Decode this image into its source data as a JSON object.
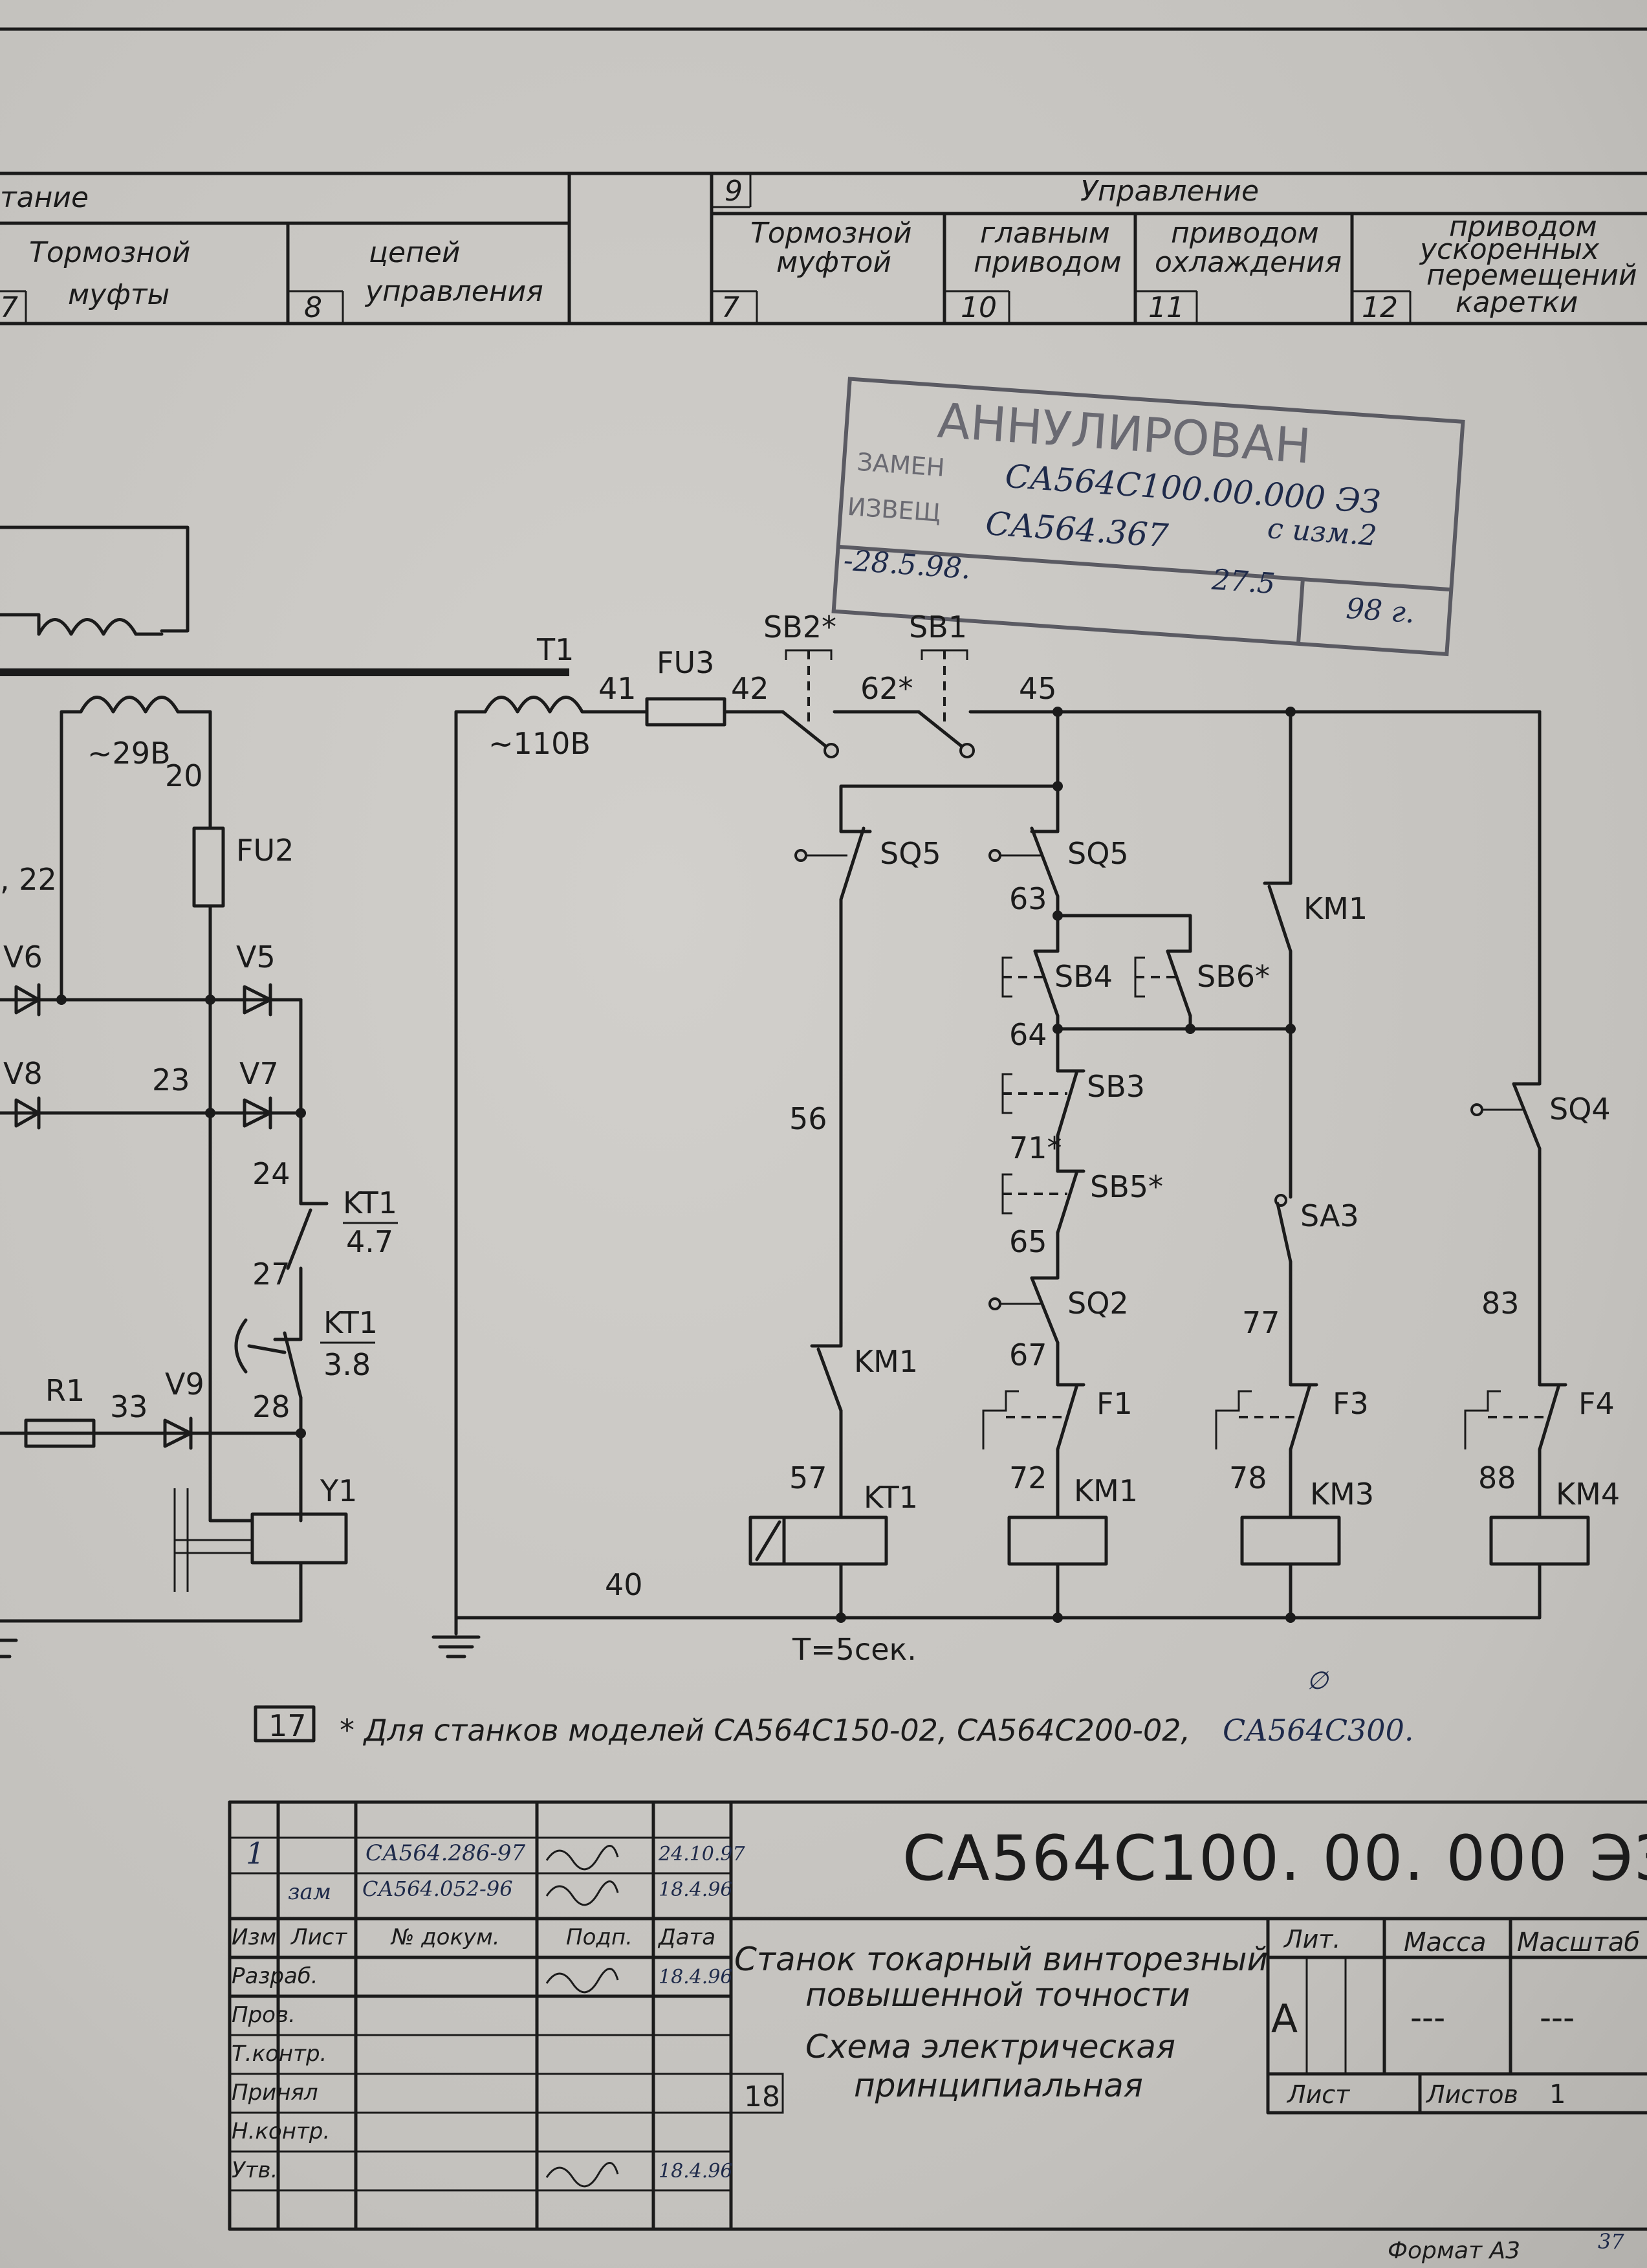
{
  "header": {
    "col_supply": "тание",
    "col9_num": "9",
    "col_control": "Управление",
    "brake_clutch_1": "Тормозной",
    "brake_clutch_2": "муфты",
    "circuits_1": "цепей",
    "circuits_2": "управления",
    "brake2_1": "Тормозной",
    "brake2_2": "муфтой",
    "main_1": "главным",
    "main_2": "приводом",
    "cool_1": "приводом",
    "cool_2": "охлаждения",
    "rapid_1": "приводом",
    "rapid_2": "ускоренных",
    "rapid_3": "перемещений",
    "rapid_4": "каретки",
    "n7a": "7",
    "n8": "8",
    "n7b": "7",
    "n10": "10",
    "n11": "11",
    "n12": "12"
  },
  "stamp": {
    "title": "АННУЛИРОВАН",
    "row1_label": "ЗАМЕН",
    "row2_label": "ИЗВЕЩ",
    "doc_number": "СА564С100.00.000 ЭЗ",
    "change_note": "с изм.2",
    "notice_number": "СА564.367",
    "signature_date": "-28.5.98.",
    "date_day": "27.5",
    "date_year": "98 г."
  },
  "labels": {
    "v29": "~29В",
    "w20": "20",
    "fu2": "FU2",
    "w22": ", 22",
    "v6": "V6",
    "v5": "V5",
    "v8": "V8",
    "v7": "V7",
    "w23": "23",
    "w24": "24",
    "kt1": "KT1",
    "t47": "4.7",
    "w27": "27",
    "t38": "3.8",
    "w28": "28",
    "r1": "R1",
    "w33": "33",
    "v9": "V9",
    "y1": "Y1",
    "t1": "T1",
    "v110": "~110В",
    "w41": "41",
    "fu3": "FU3",
    "w42": "42",
    "sb2": "SB2*",
    "w62": "62*",
    "sb1": "SB1",
    "w45": "45",
    "sq5": "SQ5",
    "w56": "56",
    "km1": "KM1",
    "w57": "57",
    "timer": "T=5сек.",
    "w63": "63",
    "sb4": "SB4",
    "sb6": "SB6*",
    "w64": "64",
    "sb3": "SB3",
    "w71": "71*",
    "sb5": "SB5*",
    "w65": "65",
    "sq2": "SQ2",
    "w67": "67",
    "f1": "F1",
    "w72": "72",
    "sa3": "SA3",
    "w77": "77",
    "f3": "F3",
    "w78": "78",
    "km3": "KM3",
    "sq4": "SQ4",
    "w83": "83",
    "f4": "F4",
    "w88": "88",
    "km4": "KM4",
    "w40": "40"
  },
  "footnote": {
    "number": "17",
    "text": "* Для станков моделей СА564С150-02, СА564С200-02,",
    "handwritten_model": "СА564С300.",
    "mark": "∅"
  },
  "title_block": {
    "drawing_number": "СА564С100. 00. 000 ЭЗ",
    "title_1": "Станок токарный винторезный",
    "title_2": "повышенной точности",
    "title_3": "Схема электрическая",
    "title_4": "принципиальная",
    "cell_number": "18",
    "lit_label": "Лит.",
    "mass_label": "Масса",
    "scale_label": "Масштаб",
    "letter": "A",
    "mass_value": "---",
    "scale_value": "---",
    "sheet_label": "Лист",
    "sheets_label": "Листов",
    "sheets_count": "1",
    "col_izm": "Изм",
    "col_list": "Лист",
    "col_doc": "№ докум.",
    "col_sign": "Подп.",
    "col_date": "Дата",
    "role_developer": "Разраб.",
    "role_checker": "Пров.",
    "role_tcontrol": "Т.контр.",
    "role_accepted": "Принял",
    "role_ncontrol": "Н.контр.",
    "role_approved": "Утв.",
    "rev1_change": "1",
    "rev1_notice": "СА564.286-97",
    "rev1_date": "24.10.97",
    "rev2_list": "зам",
    "rev2_notice": "СА564.052-96",
    "rev2_date": "18.4.96",
    "developer_date": "18.4.96",
    "ncontrol_date": "18.4.96",
    "format": "Формат А3",
    "page_mark": "37"
  }
}
